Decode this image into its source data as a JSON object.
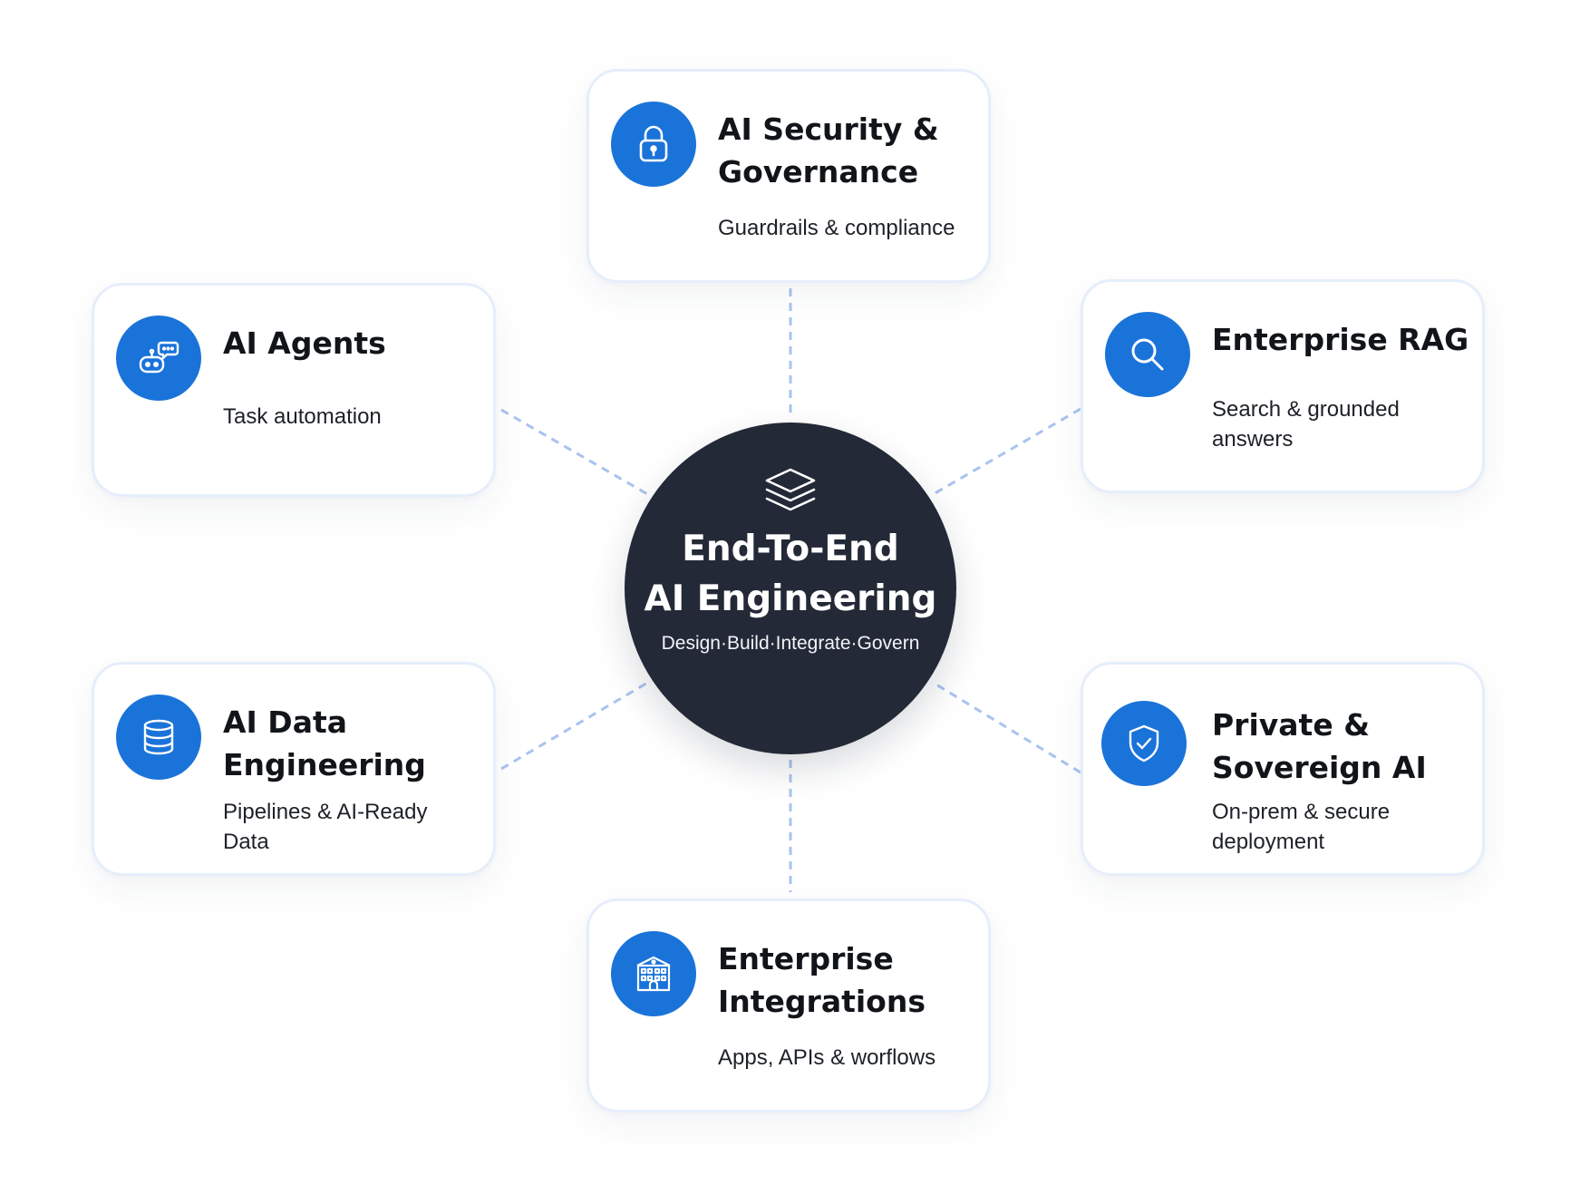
{
  "hub": {
    "title_line1": "End-To-End",
    "title_line2": "AI Engineering",
    "subtitle": "Design·Build·Integrate·Govern",
    "icon": "layers-icon"
  },
  "colors": {
    "accent": "#1a73d9",
    "hub_background": "#232936",
    "card_border": "#e6eefb",
    "connector": "#a9c3ef"
  },
  "cards": {
    "security": {
      "title": "AI Security & Governance",
      "desc": "Guardrails & compliance",
      "icon": "lock-icon"
    },
    "agents": {
      "title": "AI Agents",
      "desc": "Task automation",
      "icon": "robot-chat-icon"
    },
    "rag": {
      "title": "Enterprise RAG",
      "desc": "Search & grounded answers",
      "icon": "search-icon"
    },
    "data": {
      "title": "AI Data Engineering",
      "desc": "Pipelines & AI-Ready Data",
      "icon": "database-icon"
    },
    "private": {
      "title": "Private & Sovereign AI",
      "desc": "On-prem & secure deployment",
      "icon": "shield-check-icon"
    },
    "integrations": {
      "title": "Enterprise Integrations",
      "desc": "Apps, APIs & worflows",
      "icon": "building-icon"
    }
  }
}
